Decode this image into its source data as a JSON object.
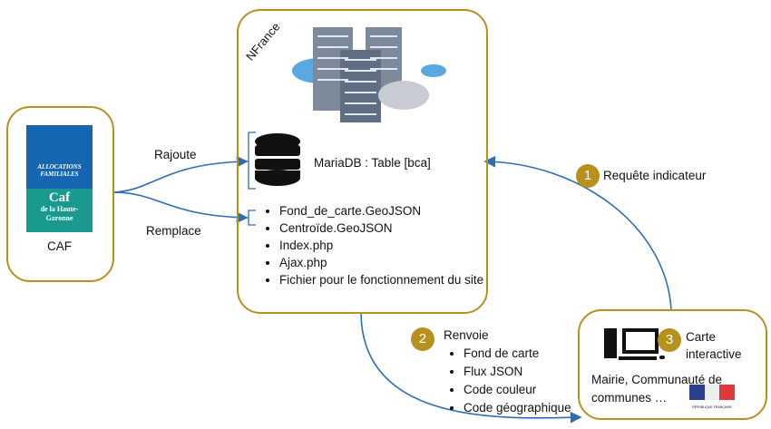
{
  "caf": {
    "logo_line1": "ALLOCATIONS",
    "logo_line2": "FAMILIALES",
    "logo_caf": "Caf",
    "logo_sub1": "de la Haute-",
    "logo_sub2": "Garonne",
    "label": "CAF"
  },
  "arrows": {
    "rajoute": "Rajoute",
    "remplace": "Remplace"
  },
  "nfrance": {
    "title": "NFrance",
    "db_label": "MariaDB : Table [bca]",
    "files": [
      "Fond_de_carte.GeoJSON",
      "Centroïde.GeoJSON",
      "Index.php",
      "Ajax.php",
      "Fichier pour le fonctionnement du site"
    ]
  },
  "step1": {
    "number": "1",
    "label": "Requête indicateur"
  },
  "step2": {
    "number": "2",
    "label": "Renvoie",
    "items": [
      "Fond de carte",
      "Flux JSON",
      "Code couleur",
      "Code géographique"
    ]
  },
  "mairie": {
    "step_number": "3",
    "label1": "Carte",
    "label2": "interactive",
    "desc1": "Mairie, Communauté de",
    "desc2": "communes …",
    "logo_text": "RÉPUBLIQUE FRANÇAISE"
  },
  "colors": {
    "border": "#b8901e",
    "arrow": "#2e6db4",
    "caf_blue": "#1565b0",
    "caf_teal": "#1a9a8f"
  }
}
